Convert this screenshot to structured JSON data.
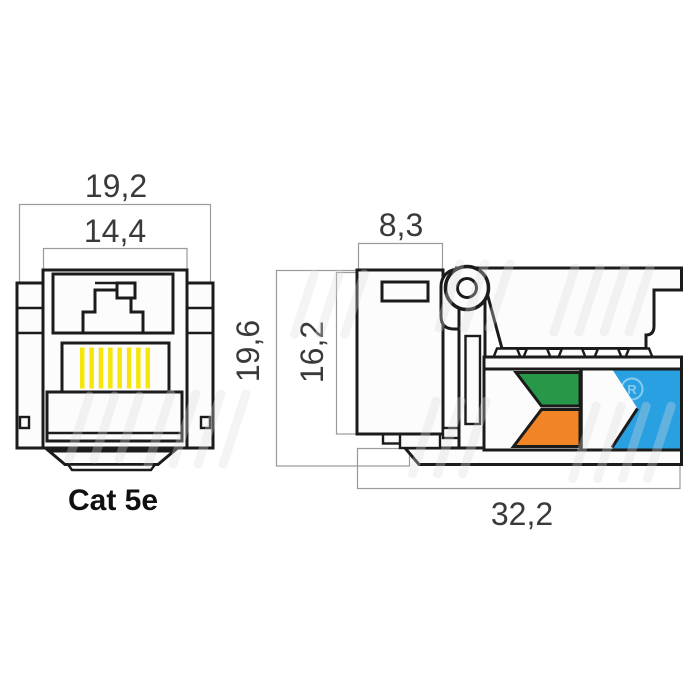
{
  "drawing": {
    "product_label": "Cat 5e",
    "dimensions": {
      "front_outer_width": "19,2",
      "front_inner_width": "14,4",
      "side_front_depth": "8,3",
      "side_total_height": "19,6",
      "side_body_height": "16,2",
      "side_total_depth": "32,2"
    },
    "watermark": {
      "registered_mark": "R"
    },
    "colors": {
      "line": "#1b1b1b",
      "dim_line": "#9a9a9a",
      "dim_text": "#3a3a3a",
      "shape_fill": "#fcfcfc",
      "pin_yellow": "#f6e70b",
      "label_green": "#27984a",
      "label_orange": "#f08426",
      "label_blue": "#29a0e2"
    }
  }
}
